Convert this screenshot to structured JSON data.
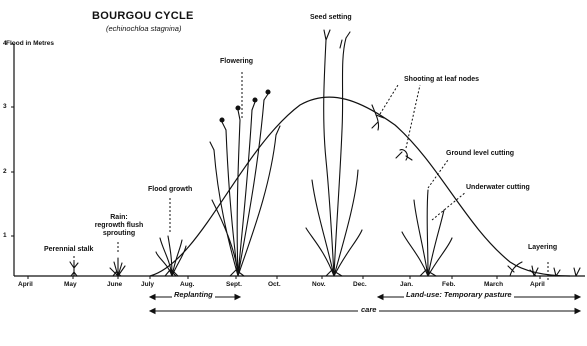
{
  "title": "BOURGOU CYCLE",
  "subtitle": "(echinochloa stagnina)",
  "y_axis": {
    "label": "Flood in Metres",
    "ticks": [
      "4",
      "3",
      "2",
      "1"
    ]
  },
  "months": [
    "April",
    "May",
    "June",
    "July",
    "Aug.",
    "Sept.",
    "Oct.",
    "Nov.",
    "Dec.",
    "Jan.",
    "Feb.",
    "March",
    "April"
  ],
  "stages": {
    "perennial_stalk": "Perennial stalk",
    "rain_regrowth": [
      "Rain:",
      "regrowth flush",
      "sprouting"
    ],
    "flood_growth": "Flood growth",
    "flowering": "Flowering",
    "seed_setting": "Seed setting",
    "shooting": "Shooting at leaf nodes",
    "ground_cutting": "Ground level cutting",
    "underwater_cutting": "Underwater cutting",
    "layering": "Layering"
  },
  "periods": {
    "replanting": "Replanting",
    "land_use": "Land-use: Temporary pasture",
    "care": "care"
  }
}
